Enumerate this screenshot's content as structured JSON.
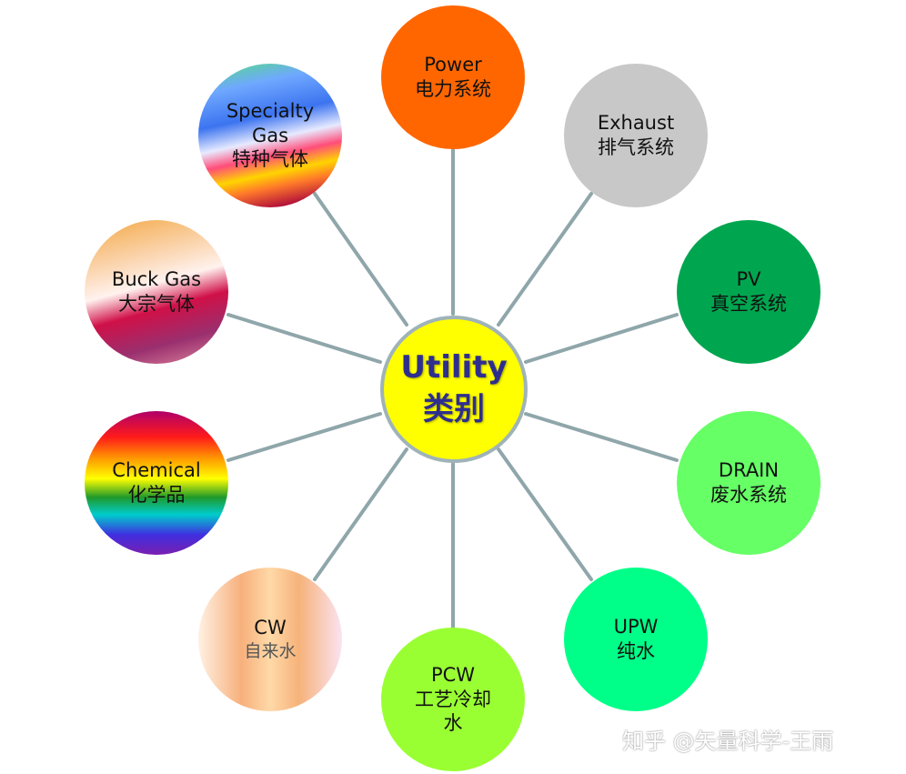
{
  "center": {
    "line1": "Utility",
    "line2": "类别"
  },
  "nodes": {
    "power": {
      "en": "Power",
      "zh": "电力系统"
    },
    "exhaust": {
      "en": "Exhaust",
      "zh": "排气系统"
    },
    "pv": {
      "en": "PV",
      "zh": "真空系统"
    },
    "drain": {
      "en": "DRAIN",
      "zh": "废水系统"
    },
    "upw": {
      "en": "UPW",
      "zh": "纯水"
    },
    "pcw": {
      "en": "PCW",
      "zh1": "工艺冷却",
      "zh2": "水"
    },
    "cw": {
      "en": "CW",
      "zh": "自来水"
    },
    "chemical": {
      "en": "Chemical",
      "zh": "化学品"
    },
    "buck_gas": {
      "en": "Buck Gas",
      "zh": "大宗气体"
    },
    "specialty_gas": {
      "en1": "Specialty",
      "en2": "Gas",
      "zh": "特种气体"
    }
  },
  "watermark": "知乎 @矢量科学-王雨",
  "colors": {
    "center": "#ffff00",
    "center_text": "#2e2e8f",
    "connector": "#8fa6aa",
    "power": "#ff6600",
    "exhaust": "#c8c8c8",
    "pv": "#00a64f",
    "drain": "#66ff66",
    "upw": "#00ff88",
    "pcw": "#99ff33"
  }
}
